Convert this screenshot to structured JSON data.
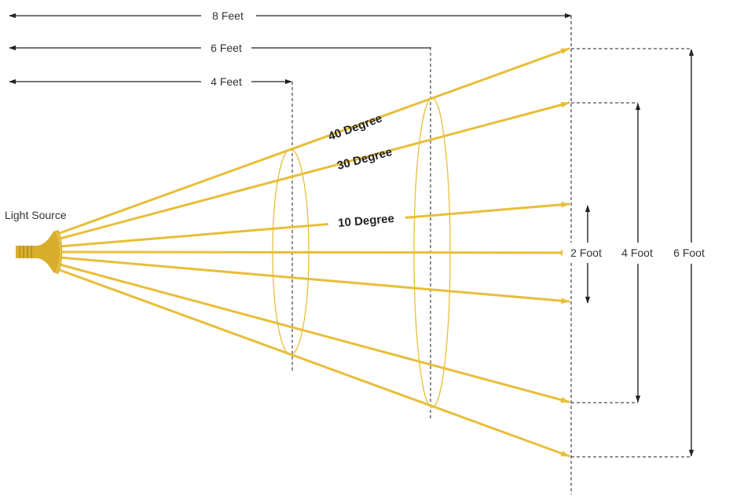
{
  "labels": {
    "distance_8": "8 Feet",
    "distance_6": "6 Feet",
    "distance_4": "4 Feet",
    "beam_40": "40 Degree",
    "beam_30": "30 Degree",
    "beam_10": "10 Degree",
    "light_source": "Light Source",
    "diameter_2": "2 Foot",
    "diameter_4": "4 Foot",
    "diameter_6": "6 Foot"
  },
  "colors": {
    "beam": "#E8BE3A",
    "bulb": "#D9AE2C",
    "line": "#222222"
  }
}
